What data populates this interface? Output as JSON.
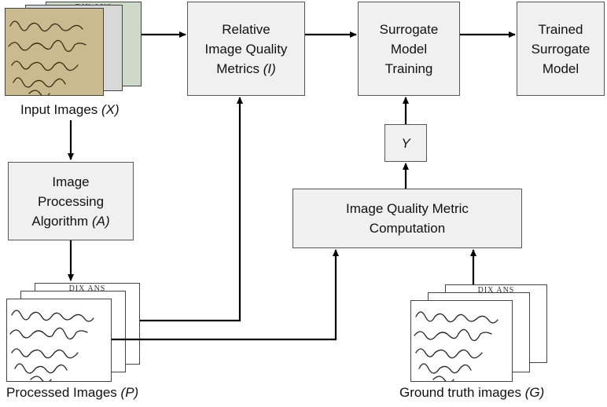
{
  "nodes": {
    "relative_metrics": {
      "line1": "Relative",
      "line2": "Image Quality",
      "line3": "Metrics",
      "var": "(I)"
    },
    "surrogate_training": {
      "line1": "Surrogate",
      "line2": "Model",
      "line3": "Training"
    },
    "trained_model": {
      "line1": "Trained",
      "line2": "Surrogate",
      "line3": "Model"
    },
    "y_box": {
      "label": "Y"
    },
    "iqm_computation": {
      "line1": "Image Quality Metric",
      "line2": "Computation"
    },
    "processing_algo": {
      "line1": "Image",
      "line2": "Processing",
      "line3": "Algorithm",
      "var": "(A)"
    }
  },
  "labels": {
    "input_images": {
      "text": "Input Images",
      "var": "(X)"
    },
    "processed_images": {
      "text": "Processed Images",
      "var": "(P)"
    },
    "ground_truth": {
      "text": "Ground truth images",
      "var": "(G)"
    }
  },
  "document_header": "DIX ANS"
}
